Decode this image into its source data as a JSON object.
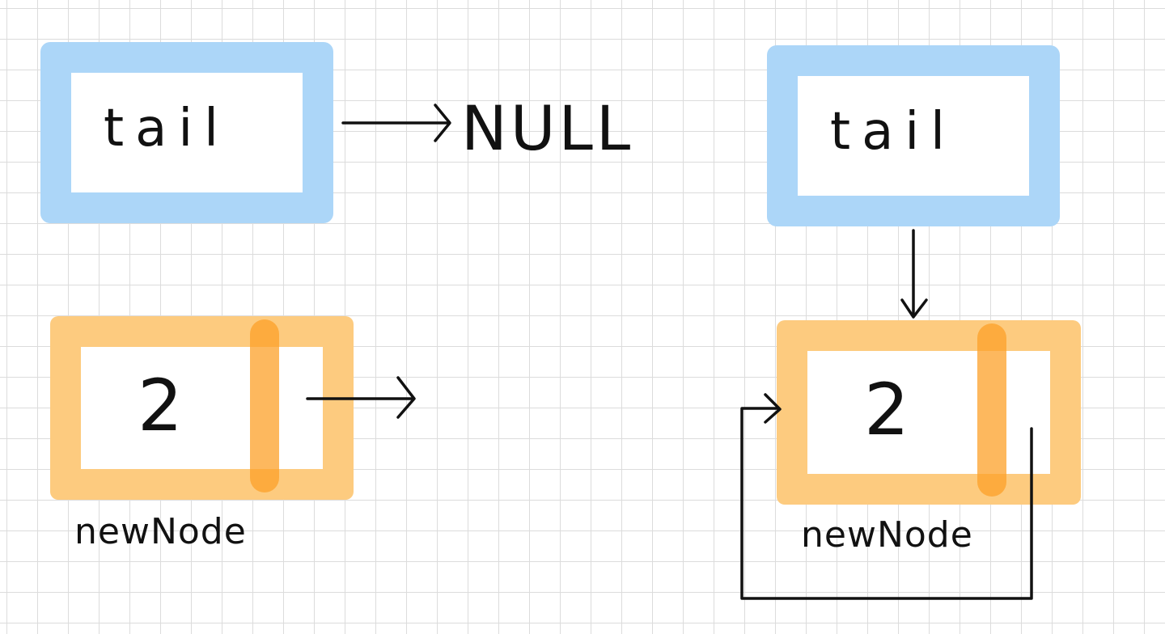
{
  "left": {
    "tail_label": "tail",
    "null_label": "NULL",
    "node_value": "2",
    "node_name": "newNode"
  },
  "right": {
    "tail_label": "tail",
    "node_value": "2",
    "node_name": "newNode"
  },
  "colors": {
    "tail_box": "#acd6f8",
    "node_box": "#fdcb7f",
    "pointer_field": "#fca028",
    "arrow": "#111111",
    "grid": "#dcdcdc"
  }
}
